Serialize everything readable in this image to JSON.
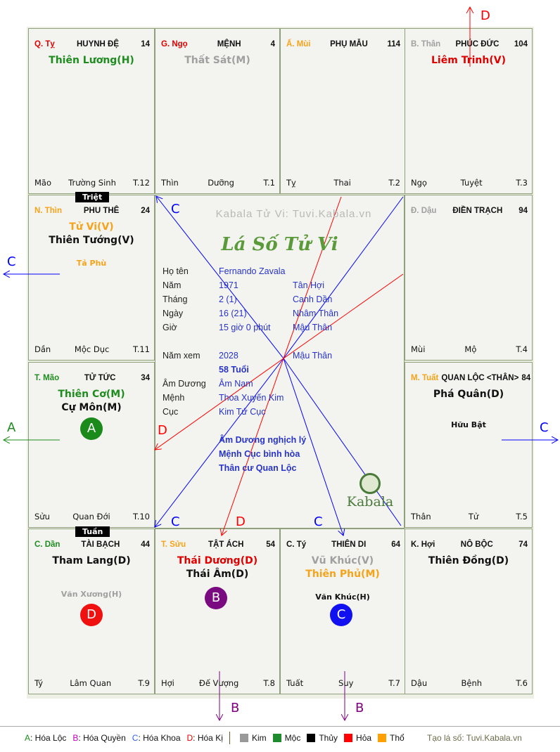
{
  "cells": [
    {
      "can": "Q. Tỵ",
      "can_color": "#e00000",
      "palace": "HUYNH ĐỆ",
      "num": "14",
      "stars": [
        {
          "t": "Thiên Lương(H)",
          "c": "#1e8c1e"
        }
      ],
      "minor": [],
      "foot": [
        "Mão",
        "Trường Sinh",
        "T.12"
      ]
    },
    {
      "can": "G. Ngọ",
      "can_color": "#e00000",
      "palace": "MỆNH",
      "num": "4",
      "stars": [
        {
          "t": "Thất Sát(M)",
          "c": "#a0a0a0"
        }
      ],
      "minor": [],
      "foot": [
        "Thìn",
        "Dưỡng",
        "T.1"
      ]
    },
    {
      "can": "Ấ. Mùi",
      "can_color": "#f5a31a",
      "palace": "PHỤ MẪU",
      "num": "114",
      "stars": [],
      "minor": [],
      "foot": [
        "Tỵ",
        "Thai",
        "T.2"
      ]
    },
    {
      "can": "B. Thân",
      "can_color": "#a0a0a0",
      "palace": "PHÚC ĐỨC",
      "num": "104",
      "stars": [
        {
          "t": "Liêm Trinh(V)",
          "c": "#e00000"
        }
      ],
      "minor": [],
      "foot": [
        "Ngọ",
        "Tuyệt",
        "T.3"
      ]
    },
    {
      "can": "N. Thìn",
      "can_color": "#f5a31a",
      "palace": "PHU THÊ",
      "num": "24",
      "stars": [
        {
          "t": "Tử Vi(V)",
          "c": "#f5a31a"
        },
        {
          "t": "Thiên Tướng(V)",
          "c": "#111"
        }
      ],
      "minor": [
        {
          "t": "Tả Phù",
          "c": "#f5a31a"
        }
      ],
      "foot": [
        "Dần",
        "Mộc Dục",
        "T.11"
      ]
    },
    {
      "can": "Đ. Dậu",
      "can_color": "#a0a0a0",
      "palace": "ĐIỀN TRẠCH",
      "num": "94",
      "stars": [],
      "minor": [],
      "foot": [
        "Mùi",
        "Mộ",
        "T.4"
      ]
    },
    {
      "can": "T. Mão",
      "can_color": "#1e8c1e",
      "palace": "TỬ TỨC",
      "num": "34",
      "stars": [
        {
          "t": "Thiên Cơ(M)",
          "c": "#1e8c1e"
        },
        {
          "t": "Cự Môn(M)",
          "c": "#111"
        }
      ],
      "minor": [],
      "foot": [
        "Sửu",
        "Quan Đới",
        "T.10"
      ]
    },
    {
      "can": "M. Tuất",
      "can_color": "#f5a31a",
      "palace": "QUAN LỘC <THÂN>",
      "num": "84",
      "stars": [
        {
          "t": "Phá Quân(D)",
          "c": "#111"
        }
      ],
      "minor": [
        {
          "t": "Hữu Bật",
          "c": "#111"
        }
      ],
      "foot": [
        "Thân",
        "Tử",
        "T.5"
      ]
    },
    {
      "can": "C. Dần",
      "can_color": "#1e8c1e",
      "palace": "TÀI BẠCH",
      "num": "44",
      "stars": [
        {
          "t": "Tham Lang(D)",
          "c": "#111"
        }
      ],
      "minor": [
        {
          "t": "Văn Xương(H)",
          "c": "#a0a0a0"
        }
      ],
      "foot": [
        "Tý",
        "Lâm Quan",
        "T.9"
      ]
    },
    {
      "can": "T. Sửu",
      "can_color": "#f5a31a",
      "palace": "TẬT ÁCH",
      "num": "54",
      "stars": [
        {
          "t": "Thái Dương(D)",
          "c": "#e00000"
        },
        {
          "t": "Thái Âm(D)",
          "c": "#111"
        }
      ],
      "minor": [],
      "foot": [
        "Hợi",
        "Đế Vượng",
        "T.8"
      ]
    },
    {
      "can": "C. Tý",
      "can_color": "#111",
      "palace": "THIÊN DI",
      "num": "64",
      "stars": [
        {
          "t": "Vũ Khúc(V)",
          "c": "#a0a0a0"
        },
        {
          "t": "Thiên Phủ(M)",
          "c": "#f5a31a"
        }
      ],
      "minor": [
        {
          "t": "Văn Khúc(H)",
          "c": "#111"
        }
      ],
      "foot": [
        "Tuất",
        "Suy",
        "T.7"
      ]
    },
    {
      "can": "K. Hợi",
      "can_color": "#111",
      "palace": "NÔ BỘC",
      "num": "74",
      "stars": [
        {
          "t": "Thiên Đồng(D)",
          "c": "#111"
        }
      ],
      "minor": [],
      "foot": [
        "Dậu",
        "Bệnh",
        "T.6"
      ]
    }
  ],
  "tags": {
    "triet": "Triệt",
    "tuan": "Tuần"
  },
  "circles": {
    "a": "A",
    "b": "B",
    "c": "C",
    "d": "D"
  },
  "center": {
    "watermark": "Kabala Tử Vi: Tuvi.Kabala.vn",
    "title": "Lá Số Tử Vi",
    "rows": [
      {
        "k": "Họ tên",
        "v": "Fernando Zavala",
        "v2": ""
      },
      {
        "k": "Năm",
        "v": "1971",
        "v2": "Tân Hợi"
      },
      {
        "k": "Tháng",
        "v": "2  (1)",
        "v2": "Canh Dần"
      },
      {
        "k": "Ngày",
        "v": "16  (21)",
        "v2": "Nhâm Thân"
      },
      {
        "k": "Giờ",
        "v": "15 giờ 0 phút",
        "v2": "Mậu Thân"
      }
    ],
    "rows2": [
      {
        "k": "Năm xem",
        "v": "2028",
        "v2": "Mậu Thân"
      },
      {
        "k": "",
        "v": "58 Tuổi",
        "v2": ""
      },
      {
        "k": "Âm Dương",
        "v": "Âm Nam",
        "v2": ""
      },
      {
        "k": "Mệnh",
        "v": "Thoa Xuyến Kim",
        "v2": ""
      },
      {
        "k": "Cục",
        "v": "Kim Tứ Cục",
        "v2": ""
      }
    ],
    "notes": [
      "Âm Dương nghịch lý",
      "Mệnh Cục bình hòa",
      "Thân cư Quan Lộc"
    ],
    "logo": "Kabala"
  },
  "arrows": {
    "d_top": "D",
    "c_left": "C",
    "a_left": "A",
    "c_right": "C",
    "b1": "B",
    "b2": "B",
    "c1": "C",
    "c2": "C",
    "c3": "C",
    "d1": "D",
    "d2": "D"
  },
  "legend": {
    "hoa": [
      {
        "k": "A",
        "t": ": Hóa Lộc",
        "c": "#1e8c1e"
      },
      {
        "k": "B",
        "t": ": Hóa Quyền",
        "c": "#c000c0"
      },
      {
        "k": "C",
        "t": ": Hóa Khoa",
        "c": "#3060ff"
      },
      {
        "k": "D",
        "t": ": Hóa Kị",
        "c": "#e00000"
      }
    ],
    "elements": [
      {
        "t": "Kim",
        "c": "#999999"
      },
      {
        "t": "Mộc",
        "c": "#1e8c2e"
      },
      {
        "t": "Thủy",
        "c": "#000000"
      },
      {
        "t": "Hỏa",
        "c": "#ff0000"
      },
      {
        "t": "Thổ",
        "c": "#ffa000"
      }
    ],
    "credit": "Tạo lá số: Tuvi.Kabala.vn"
  }
}
